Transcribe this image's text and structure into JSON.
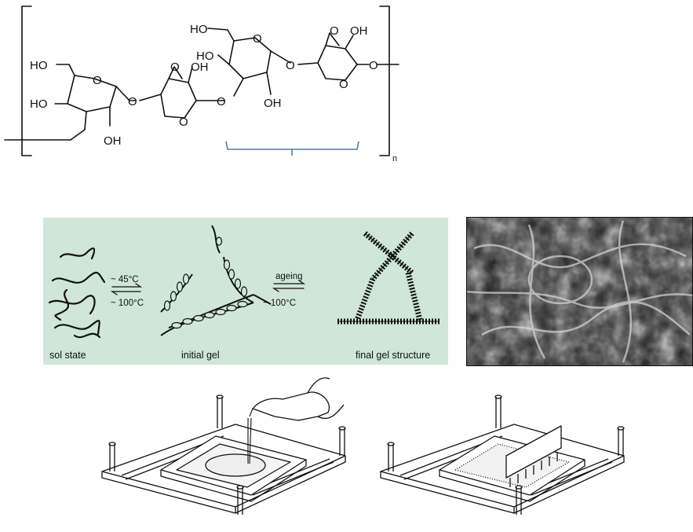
{
  "structure": {
    "labels": {
      "ho_a": "HO",
      "ho_b": "HO",
      "oh_a": "OH",
      "o_a": "O",
      "o_b": "O",
      "o_c": "O",
      "oh_b": "OH",
      "o_d": "O",
      "ho_c": "HO",
      "o_e": "O",
      "ho_d": "HO",
      "o_f": "O",
      "oh_c": "OH",
      "o_g": "O",
      "o_h": "O",
      "oh_d": "OH",
      "o_i": "O",
      "o_j": "O",
      "subscript": "n"
    },
    "bracket_color": "#4a7fb8"
  },
  "gelation": {
    "panel_color": "#cfe6d8",
    "conditions": {
      "cool": "~ 45°C",
      "heat_1": "~ 100°C",
      "ageing": "ageing",
      "heat_2": "~ 100°C"
    },
    "stages": {
      "sol": "sol state",
      "initial": "initial gel",
      "final": "final gel structure"
    }
  }
}
